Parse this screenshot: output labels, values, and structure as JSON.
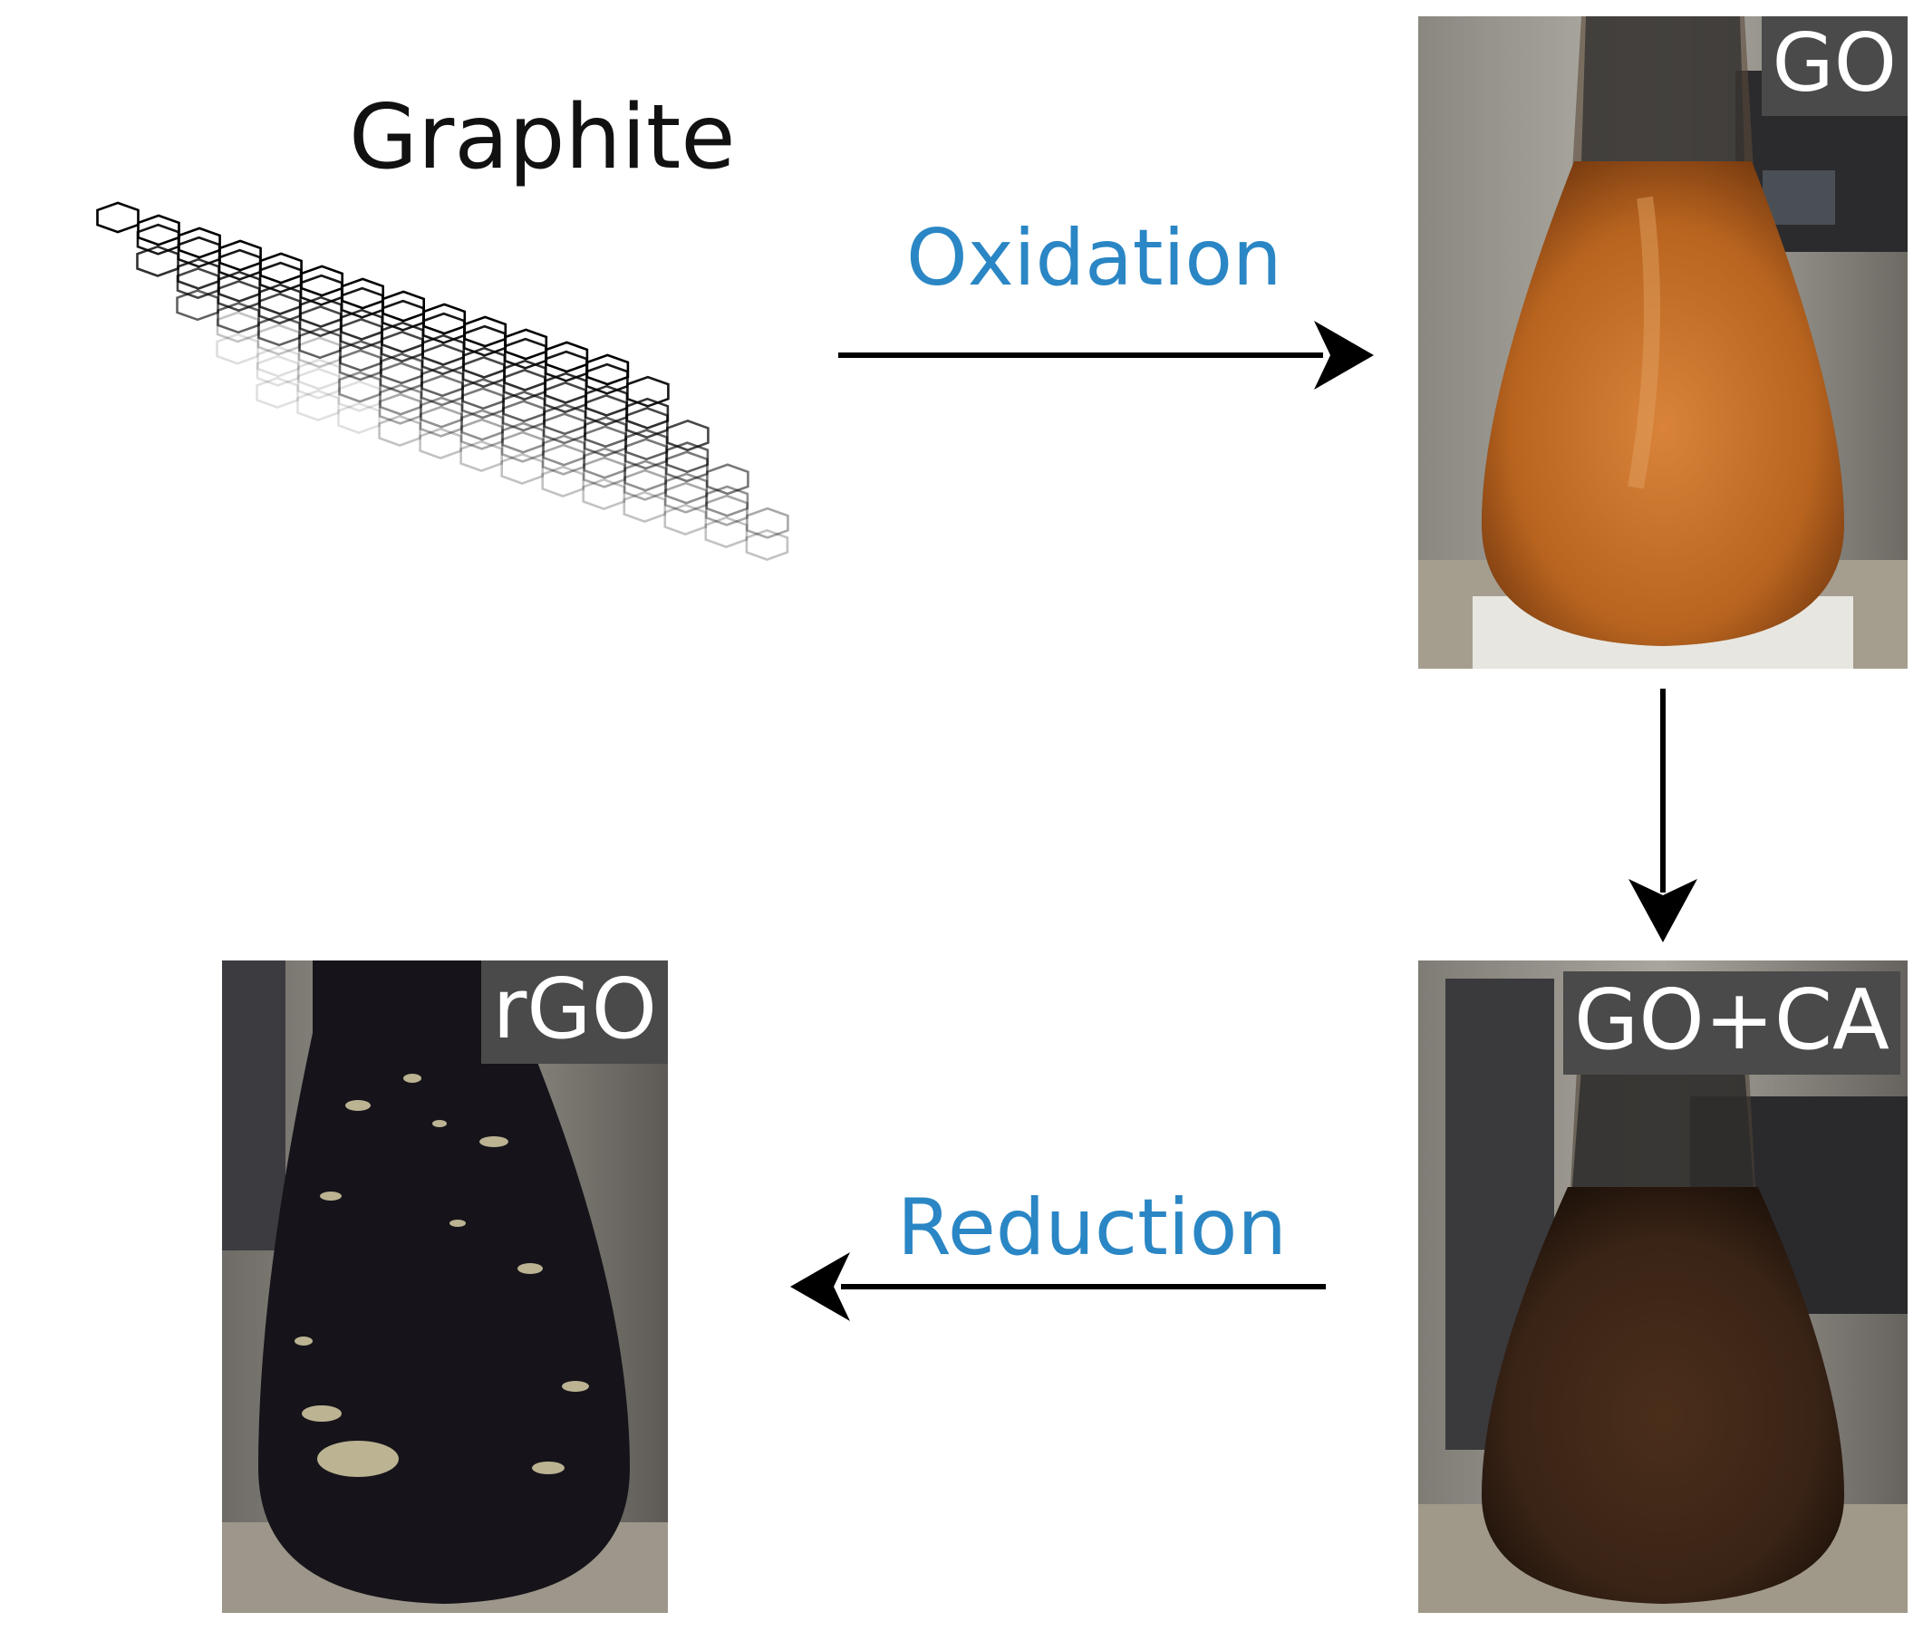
{
  "graphite": {
    "label": "Graphite"
  },
  "steps": {
    "oxidation": "Oxidation",
    "reduction": "Reduction"
  },
  "photos": {
    "go": {
      "tag": "GO",
      "liquid_color": "#b8641f"
    },
    "go_ca": {
      "tag": "GO+CA",
      "liquid_color": "#3a2416"
    },
    "rgo": {
      "tag": "rGO",
      "liquid_color": "#16141a"
    }
  },
  "colors": {
    "step_text": "#2a86c4",
    "arrow": "#000000",
    "tag_bg": "#4a4a4a"
  }
}
